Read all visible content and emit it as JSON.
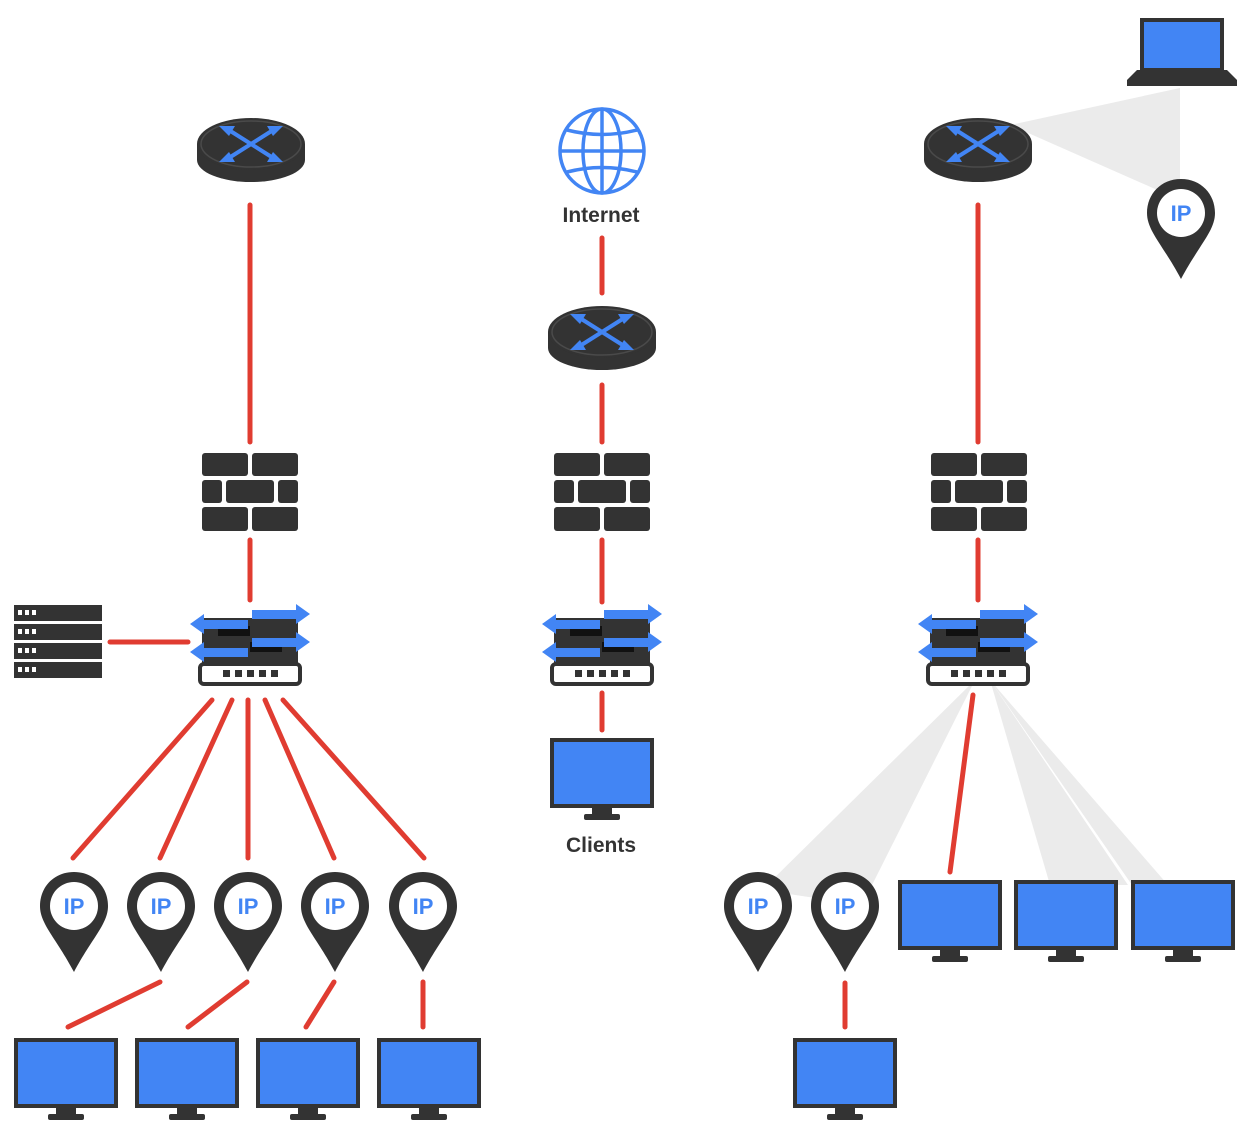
{
  "labels": {
    "internet": "Internet",
    "clients": "Clients",
    "ip": "IP"
  },
  "icons": {
    "router": "router-icon",
    "firewall": "firewall-icon",
    "switch": "network-switch-icon",
    "server": "server-rack-icon",
    "monitor": "monitor-icon",
    "laptop": "laptop-icon",
    "globe": "globe-icon",
    "ip_pin": "ip-location-pin-icon"
  },
  "colors": {
    "link": "#e03c31",
    "device_dark": "#333333",
    "accent_blue": "#4285f4",
    "wireless_beam": "#ebebeb",
    "background": "#ffffff"
  }
}
